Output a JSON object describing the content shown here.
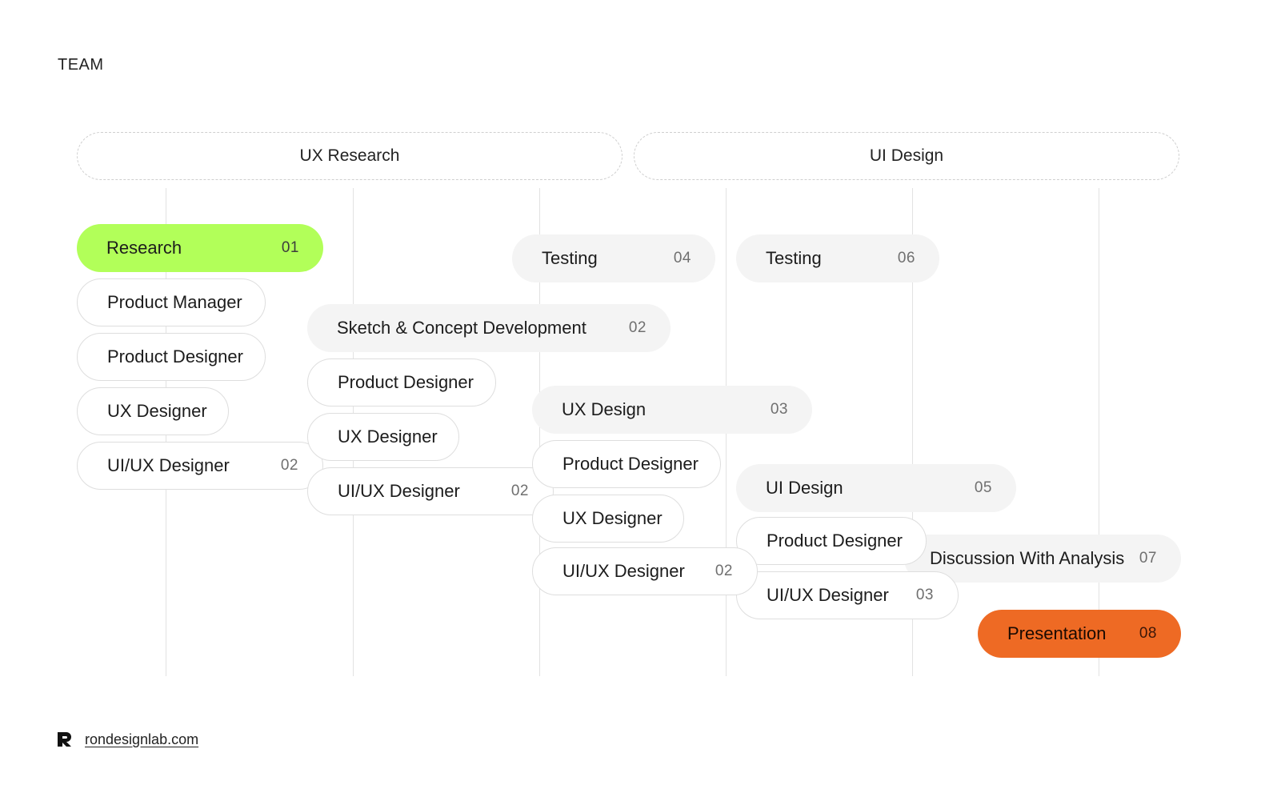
{
  "header": {
    "title": "TEAM"
  },
  "phases": [
    {
      "label": "UX Research"
    },
    {
      "label": "UI Design"
    }
  ],
  "stages": {
    "research": {
      "label": "Research",
      "num": "01"
    },
    "sketch": {
      "label": "Sketch & Concept Development",
      "num": "02"
    },
    "ux_design": {
      "label": "UX Design",
      "num": "03"
    },
    "testing_a": {
      "label": "Testing",
      "num": "04"
    },
    "ui_design": {
      "label": "UI Design",
      "num": "05"
    },
    "testing_b": {
      "label": "Testing",
      "num": "06"
    },
    "discussion": {
      "label": "Discussion With Analysis",
      "num": "07"
    },
    "presentation": {
      "label": "Presentation",
      "num": "08"
    }
  },
  "teams": {
    "research": [
      {
        "label": "Product Manager",
        "num": ""
      },
      {
        "label": "Product Designer",
        "num": ""
      },
      {
        "label": "UX Designer",
        "num": ""
      },
      {
        "label": "UI/UX Designer",
        "num": "02"
      }
    ],
    "sketch": [
      {
        "label": "Product Designer",
        "num": ""
      },
      {
        "label": "UX Designer",
        "num": ""
      },
      {
        "label": "UI/UX Designer",
        "num": "02"
      }
    ],
    "ux_design": [
      {
        "label": "Product Designer",
        "num": ""
      },
      {
        "label": "UX Designer",
        "num": ""
      },
      {
        "label": "UI/UX Designer",
        "num": "02"
      }
    ],
    "ui_design": [
      {
        "label": "Product Designer",
        "num": ""
      },
      {
        "label": "UI/UX Designer",
        "num": "03"
      }
    ]
  },
  "footer": {
    "link": "rondesignlab.com"
  },
  "colors": {
    "accent_green": "#b2ff59",
    "accent_orange": "#ee6a24",
    "pill_gray": "#f4f4f4",
    "outline": "#dedede"
  }
}
